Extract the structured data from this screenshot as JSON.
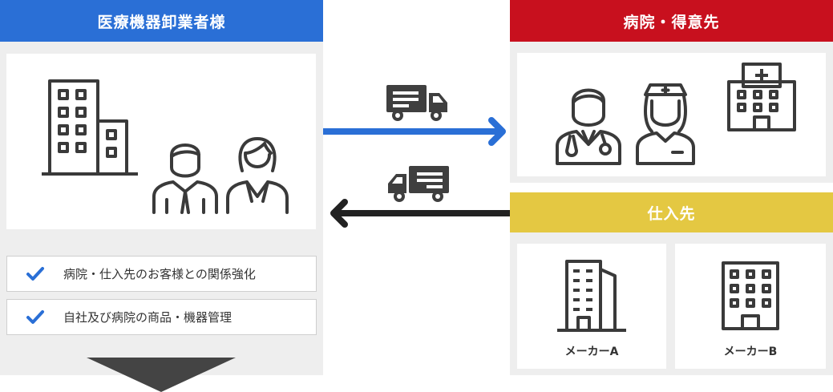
{
  "left": {
    "title": "医療機器卸業者様",
    "header_color": "#2a6fd6",
    "checklist": [
      {
        "text": "病院・仕入先のお客様との関係強化"
      },
      {
        "text": "自社及び病院の商品・機器管理"
      }
    ]
  },
  "right_top": {
    "title": "病院・得意先",
    "header_color": "#c8101e"
  },
  "right_bottom": {
    "title": "仕入先",
    "header_color": "#e4c842",
    "makers": [
      {
        "label": "メーカーA"
      },
      {
        "label": "メーカーB"
      }
    ]
  },
  "colors": {
    "arrow_right": "#2a6fd6",
    "arrow_left": "#222222",
    "icon_stroke": "#3a3a3a",
    "check": "#2a6fd6"
  },
  "icons": [
    "office-building-icon",
    "businessman-icon",
    "businesswoman-icon",
    "truck-icon",
    "doctor-icon",
    "nurse-icon",
    "hospital-icon",
    "check-icon",
    "down-triangle-icon"
  ]
}
